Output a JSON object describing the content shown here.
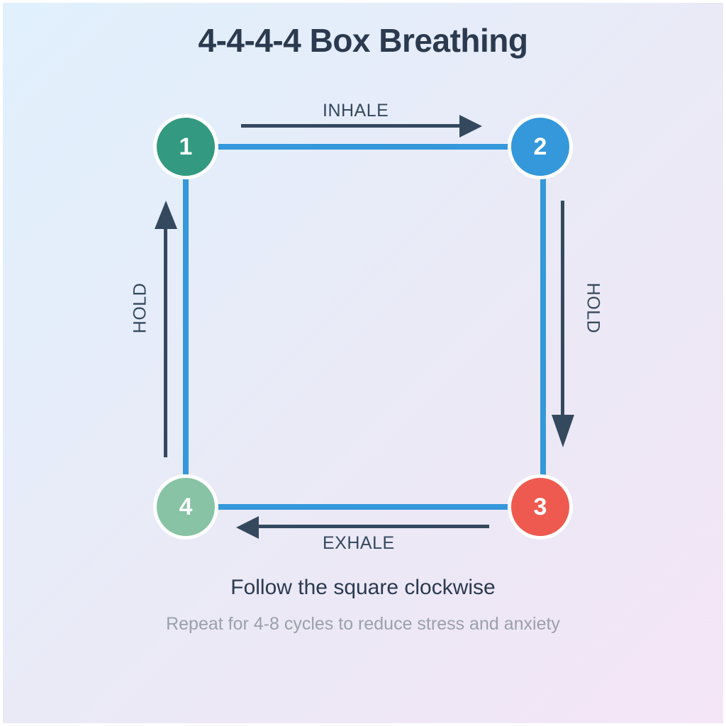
{
  "title": "4-4-4-4 Box Breathing",
  "captions": {
    "main": "Follow the square clockwise",
    "sub": "Repeat for 4-8 cycles to reduce stress and anxiety"
  },
  "nodes": [
    {
      "id": 1,
      "label": "1",
      "color": "#339980",
      "position": "top-left",
      "phase": "inhale"
    },
    {
      "id": 2,
      "label": "2",
      "color": "#3498db",
      "position": "top-right",
      "phase": "hold"
    },
    {
      "id": 3,
      "label": "3",
      "color": "#ee5a4f",
      "position": "bottom-right",
      "phase": "exhale"
    },
    {
      "id": 4,
      "label": "4",
      "color": "#87c3a4",
      "position": "bottom-left",
      "phase": "hold"
    }
  ],
  "edges": [
    {
      "side": "top",
      "label": "INHALE",
      "direction": "right",
      "from": 1,
      "to": 2
    },
    {
      "side": "right",
      "label": "HOLD",
      "direction": "down",
      "from": 2,
      "to": 3
    },
    {
      "side": "bottom",
      "label": "EXHALE",
      "direction": "left",
      "from": 3,
      "to": 4
    },
    {
      "side": "left",
      "label": "HOLD",
      "direction": "up",
      "from": 4,
      "to": 1
    }
  ],
  "colors": {
    "title_text": "#2b3a4f",
    "edge_line": "#3498db",
    "arrow": "#34495e",
    "label_text": "#34495e",
    "subcaption_text": "#9aa1a8",
    "node_ring": "#ffffff",
    "background_start": "#e0f0fc",
    "background_end": "#f4e6f7"
  }
}
